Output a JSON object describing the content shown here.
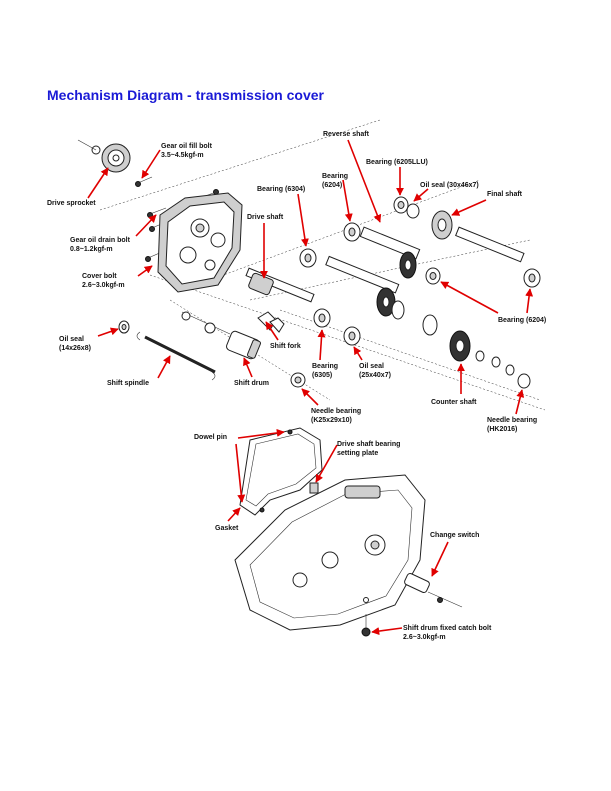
{
  "title": "Mechanism Diagram - transmission cover",
  "colors": {
    "title": "#1a1ad6",
    "arrow": "#e00000",
    "line": "#222222"
  },
  "labels": {
    "reverse_shaft": "Reverse shaft",
    "gear_oil_fill_bolt": "Gear oil fill bolt",
    "gear_oil_fill_torque": "3.5~4.5kgf-m",
    "bearing_6205llu": "Bearing (6205LLU)",
    "bearing_6204_upper_1": "Bearing",
    "bearing_6204_upper_2": "(6204)",
    "oil_seal_30x46x7": "Oil seal (30x46x7)",
    "bearing_6304": "Bearing (6304)",
    "final_shaft": "Final shaft",
    "drive_sprocket": "Drive sprocket",
    "drive_shaft": "Drive shaft",
    "gear_oil_drain_bolt": "Gear oil drain bolt",
    "gear_oil_drain_torque": "0.8~1.2kgf-m",
    "cover_bolt": "Cover bolt",
    "cover_bolt_torque": "2.6~3.0kgf-m",
    "bearing_6204_right": "Bearing (6204)",
    "oil_seal_left_1": "Oil seal",
    "oil_seal_left_2": "(14x26x8)",
    "shift_fork": "Shift fork",
    "bearing_6305_1": "Bearing",
    "bearing_6305_2": "(6305)",
    "oil_seal_25_1": "Oil seal",
    "oil_seal_25_2": "(25x40x7)",
    "shift_spindle": "Shift spindle",
    "shift_drum": "Shift drum",
    "counter_shaft": "Counter shaft",
    "needle_bearing_k25_1": "Needle bearing",
    "needle_bearing_k25_2": "(K25x29x10)",
    "needle_bearing_hk_1": "Needle bearing",
    "needle_bearing_hk_2": "(HK2016)",
    "dowel_pin": "Dowel pin",
    "drive_shaft_bearing_plate_1": "Drive shaft bearing",
    "drive_shaft_bearing_plate_2": "setting plate",
    "gasket": "Gasket",
    "change_switch": "Change switch",
    "shift_drum_catch_bolt": "Shift drum fixed catch bolt",
    "shift_drum_catch_torque": "2.6~3.0kgf-m"
  }
}
